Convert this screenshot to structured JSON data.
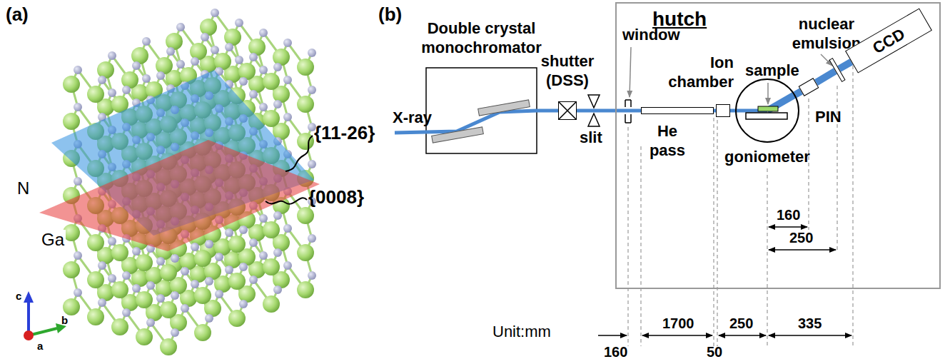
{
  "diagram": {
    "nodes": [
      {
        "text": [
          "Double crystal monochromator"
        ]
      },
      {
        "text": [
          "shutter (DSS)"
        ]
      },
      {
        "text": [
          "hutch"
        ]
      },
      {
        "text": [
          "He pass"
        ],
        "in": 2
      },
      {
        "text": [
          "Ion chamber"
        ],
        "in": 2
      },
      {
        "text": [
          "goniometer"
        ],
        "in": 2
      },
      {
        "text": [
          "PIN"
        ],
        "in": 2
      },
      {
        "text": [
          "nuclear emulsion"
        ],
        "in": 2
      },
      {
        "text": [
          "CCD"
        ],
        "in": 2
      }
    ],
    "edges": [
      {
        "from": 0,
        "to": 1,
        "arrow": "none"
      },
      {
        "from": 1,
        "to": 3,
        "arrow": "none"
      },
      {
        "from": 3,
        "to": 4,
        "arrow": "none"
      },
      {
        "from": 4,
        "to": 5,
        "arrow": "none"
      },
      {
        "from": 5,
        "to": 6,
        "arrow": "none"
      },
      {
        "from": 6,
        "to": 7,
        "arrow": "none"
      },
      {
        "from": 7,
        "to": 8,
        "arrow": "none"
      }
    ],
    "labels": [
      "(a)",
      "{11-26}",
      "{0008}",
      "N",
      "Ga",
      "c",
      "b",
      "a",
      "(b)",
      "X-ray",
      "slit",
      "window",
      "sample",
      "160",
      "250",
      "Unit:mm",
      "160",
      "1700",
      "50",
      "250",
      "335"
    ]
  }
}
